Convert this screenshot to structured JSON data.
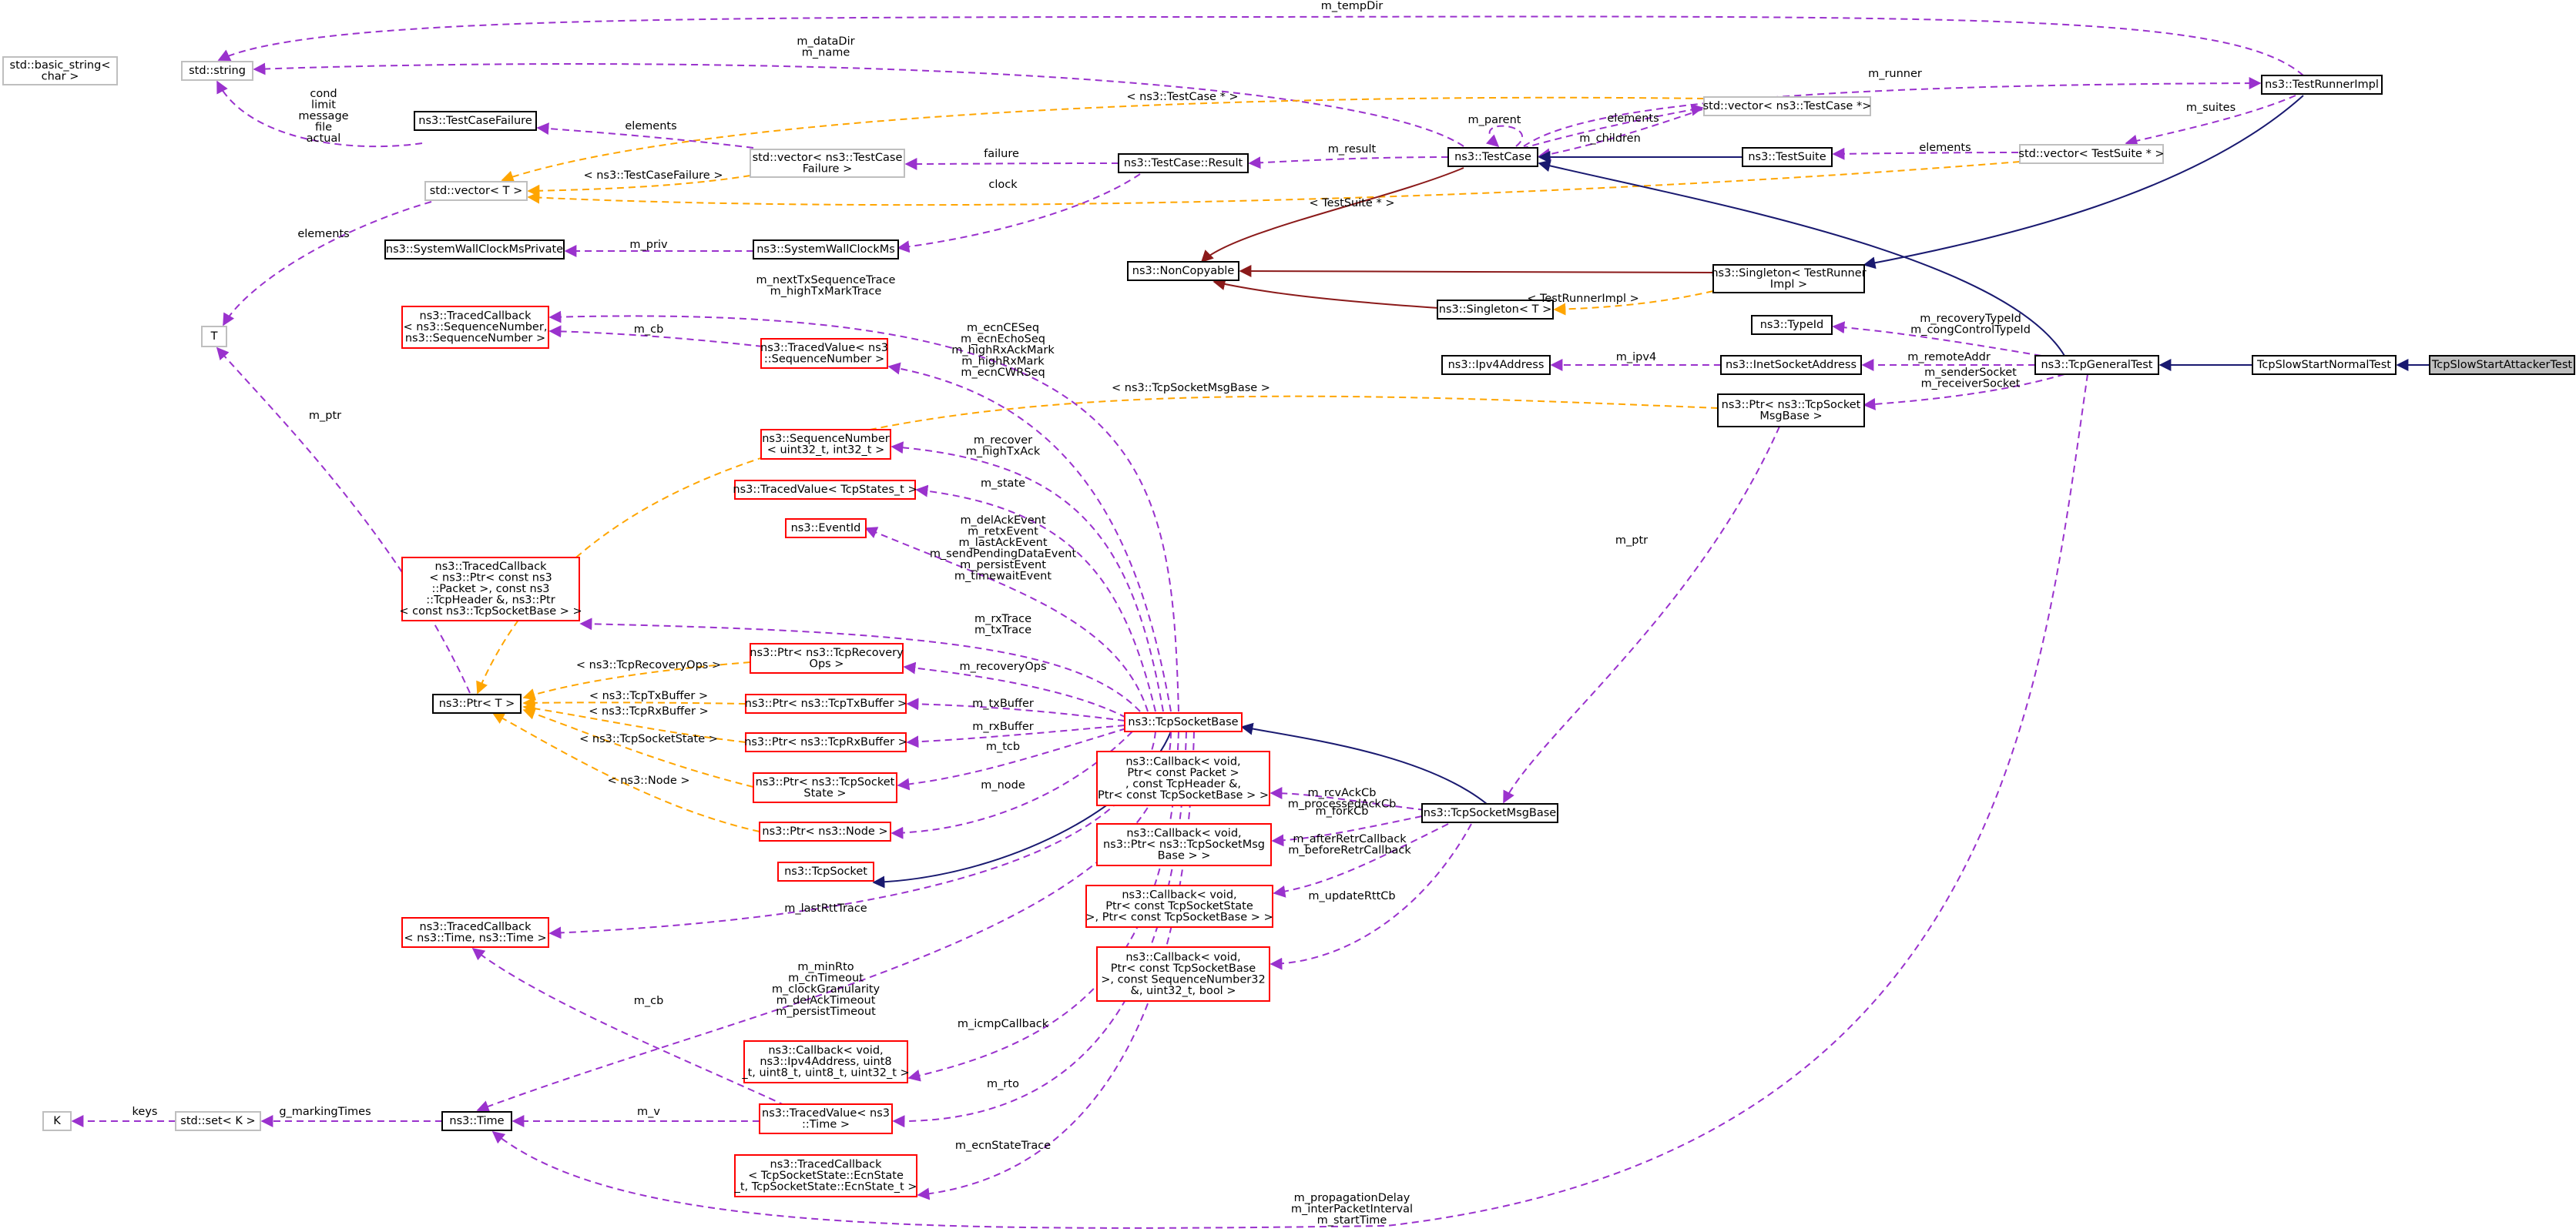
{
  "nodes": {
    "basic_string": [
      "std::basic_string<",
      "char >"
    ],
    "std_string": [
      "std::string"
    ],
    "test_case_failure": [
      "ns3::TestCaseFailure"
    ],
    "vector_t": [
      "std::vector< T >"
    ],
    "vector_tcf": [
      "std::vector< ns3::TestCase",
      "Failure >"
    ],
    "swc_private": [
      "ns3::SystemWallClockMsPrivate"
    ],
    "swc": [
      "ns3::SystemWallClockMs"
    ],
    "t": [
      "T"
    ],
    "result": [
      "ns3::TestCase::Result"
    ],
    "noncopyable": [
      "ns3::NonCopyable"
    ],
    "testcase": [
      "ns3::TestCase"
    ],
    "vector_tc": [
      "std::vector< ns3::TestCase *>"
    ],
    "testsuite": [
      "ns3::TestSuite"
    ],
    "vector_ts": [
      "std::vector< TestSuite * >"
    ],
    "runner_impl": [
      "ns3::TestRunnerImpl"
    ],
    "singleton_runner": [
      "ns3::Singleton< TestRunner",
      "Impl >"
    ],
    "singleton_t": [
      "ns3::Singleton< T >"
    ],
    "typeid": [
      "ns3::TypeId"
    ],
    "ipv4address": [
      "ns3::Ipv4Address"
    ],
    "inet_socket": [
      "ns3::InetSocketAddress"
    ],
    "ptr_msgbase": [
      "ns3::Ptr< ns3::TcpSocket",
      "MsgBase >"
    ],
    "general_test": [
      "ns3::TcpGeneralTest"
    ],
    "normal_test": [
      "TcpSlowStartNormalTest"
    ],
    "attacker_test": [
      "TcpSlowStartAttackerTest"
    ],
    "traced_cb_seq": [
      "ns3::TracedCallback",
      "< ns3::SequenceNumber,",
      " ns3::SequenceNumber >"
    ],
    "traced_val_seq": [
      "ns3::TracedValue< ns3",
      "::SequenceNumber >"
    ],
    "seqnum": [
      "ns3::SequenceNumber",
      "< uint32_t, int32_t >"
    ],
    "traced_val_states": [
      "ns3::TracedValue< TcpStates_t >"
    ],
    "eventid": [
      "ns3::EventId"
    ],
    "traced_cb_pkt": [
      "ns3::TracedCallback",
      "< ns3::Ptr< const ns3",
      "::Packet >, const ns3",
      "::TcpHeader &, ns3::Ptr",
      "< const ns3::TcpSocketBase > >"
    ],
    "ptr_recovery": [
      "ns3::Ptr< ns3::TcpRecovery",
      "Ops >"
    ],
    "ptr_t": [
      "ns3::Ptr< T >"
    ],
    "ptr_txbuffer": [
      "ns3::Ptr< ns3::TcpTxBuffer >"
    ],
    "ptr_rxbuffer": [
      "ns3::Ptr< ns3::TcpRxBuffer >"
    ],
    "ptr_state": [
      "ns3::Ptr< ns3::TcpSocket",
      "State >"
    ],
    "ptr_node": [
      "ns3::Ptr< ns3::Node >"
    ],
    "tcpsocket": [
      "ns3::TcpSocket"
    ],
    "socketbase": [
      "ns3::TcpSocketBase"
    ],
    "cb_packet": [
      "ns3::Callback< void,",
      " Ptr< const Packet >",
      ", const TcpHeader &,",
      " Ptr< const TcpSocketBase > >"
    ],
    "msgbase": [
      "ns3::TcpSocketMsgBase"
    ],
    "cb_ptr_msg": [
      "ns3::Callback< void,",
      " ns3::Ptr< ns3::TcpSocketMsg",
      "Base > >"
    ],
    "cb_state": [
      "ns3::Callback< void,",
      " Ptr< const TcpSocketState",
      " >, Ptr< const TcpSocketBase > >"
    ],
    "cb_seq": [
      "ns3::Callback< void,",
      " Ptr< const TcpSocketBase",
      " >, const SequenceNumber32",
      " &, uint32_t, bool >"
    ],
    "traced_cb_time": [
      "ns3::TracedCallback",
      "< ns3::Time, ns3::Time >"
    ],
    "cb_icmp": [
      "ns3::Callback< void,",
      " ns3::Ipv4Address, uint8",
      "_t, uint8_t, uint8_t, uint32_t >"
    ],
    "k": [
      "K"
    ],
    "set_k": [
      "std::set< K >"
    ],
    "time": [
      "ns3::Time"
    ],
    "traced_val_time": [
      "ns3::TracedValue< ns3",
      "::Time >"
    ],
    "traced_cb_ecn": [
      "ns3::TracedCallback",
      "< TcpSocketState::EcnState",
      "_t, TcpSocketState::EcnState_t >"
    ]
  },
  "edges": {
    "temp_dir": [
      "m_tempDir"
    ],
    "runner": [
      "m_runner"
    ],
    "datadir_name": [
      "m_dataDir",
      "m_name"
    ],
    "parent": [
      "m_parent"
    ],
    "vector_tc_elements": [
      "elements"
    ],
    "children": [
      "m_children"
    ],
    "testcase_ptr": [
      "< ns3::TestCase * >"
    ],
    "suites": [
      "m_suites"
    ],
    "suite_elements": [
      "elements"
    ],
    "cond": [
      "cond",
      "limit",
      "message",
      "file",
      "actual"
    ],
    "tcf_elements": [
      "elements"
    ],
    "failure": [
      "failure"
    ],
    "result": [
      "m_result"
    ],
    "tcf_tmpl": [
      "< ns3::TestCaseFailure >"
    ],
    "testsuite_ptr": [
      "< TestSuite * >"
    ],
    "clock": [
      "clock"
    ],
    "priv": [
      "m_priv"
    ],
    "vector_t_elements": [
      "elements"
    ],
    "runner_impl_tmpl": [
      "< TestRunnerImpl >"
    ],
    "recovery_typeid": [
      "m_recoveryTypeId",
      "m_congControlTypeId"
    ],
    "ipv4": [
      "m_ipv4"
    ],
    "remote_addr": [
      "m_remoteAddr"
    ],
    "sender_receiver": [
      "m_senderSocket",
      "m_receiverSocket"
    ],
    "msgbase_tmpl": [
      "< ns3::TcpSocketMsgBase >"
    ],
    "ptr_msg_ptr": [
      "m_ptr"
    ],
    "ptr_t_ptr": [
      "m_ptr"
    ],
    "next_tx": [
      "m_nextTxSequenceTrace",
      "m_highTxMarkTrace"
    ],
    "cb_seq_cb": [
      "m_cb"
    ],
    "ecn_seq": [
      "m_ecnCESeq",
      "m_ecnEchoSeq",
      "m_highRxAckMark",
      "m_highRxMark",
      "m_ecnCWRSeq"
    ],
    "recover": [
      "m_recover",
      "m_highTxAck"
    ],
    "state": [
      "m_state"
    ],
    "events": [
      "m_delAckEvent",
      "m_retxEvent",
      "m_lastAckEvent",
      "m_sendPendingDataEvent",
      "m_persistEvent",
      "m_timewaitEvent"
    ],
    "rx_tx_trace": [
      "m_rxTrace",
      "m_txTrace"
    ],
    "recovery_ops": [
      "m_recoveryOps"
    ],
    "recovery_tmpl": [
      "< ns3::TcpRecoveryOps >"
    ],
    "txbuffer_tmpl": [
      "< ns3::TcpTxBuffer >"
    ],
    "rxbuffer_tmpl": [
      "< ns3::TcpRxBuffer >"
    ],
    "state_tmpl": [
      "< ns3::TcpSocketState >"
    ],
    "node_tmpl": [
      "< ns3::Node >"
    ],
    "txbuffer": [
      "m_txBuffer"
    ],
    "rxbuffer": [
      "m_rxBuffer"
    ],
    "tcb": [
      "m_tcb"
    ],
    "node": [
      "m_node"
    ],
    "rcv_ack": [
      "m_rcvAckCb",
      "m_processedAckCb"
    ],
    "fork": [
      "m_forkCb"
    ],
    "after_before": [
      "m_afterRetrCallback",
      "m_beforeRetrCallback"
    ],
    "update_rtt": [
      "m_updateRttCb"
    ],
    "last_rtt": [
      "m_lastRttTrace"
    ],
    "timeouts": [
      "m_minRto",
      "m_cnTimeout",
      "m_clockGranularity",
      "m_delAckTimeout",
      "m_persistTimeout"
    ],
    "cb_time_cb": [
      "m_cb"
    ],
    "icmp": [
      "m_icmpCallback"
    ],
    "rto": [
      "m_rto"
    ],
    "ecn_state": [
      "m_ecnStateTrace"
    ],
    "keys": [
      "keys"
    ],
    "marking": [
      "g_markingTimes"
    ],
    "m_v": [
      "m_v"
    ],
    "prop_delay": [
      "m_propagationDelay",
      "m_interPacketInterval",
      "m_startTime"
    ]
  }
}
